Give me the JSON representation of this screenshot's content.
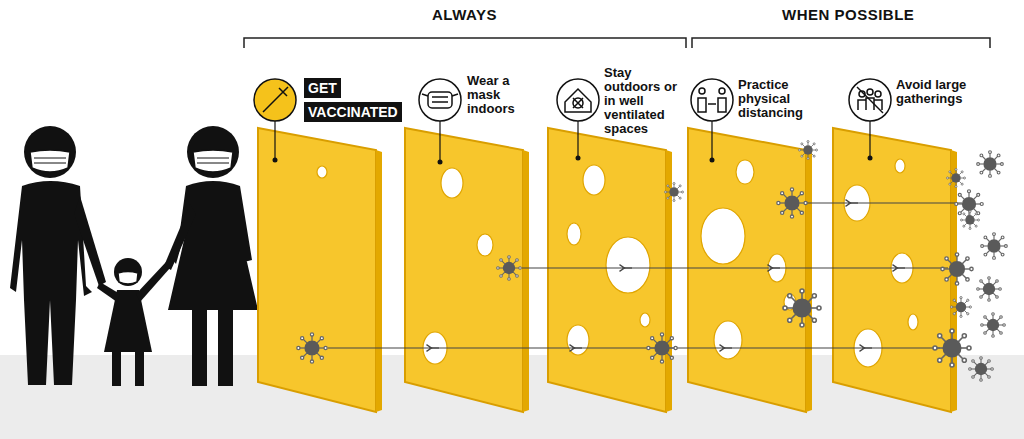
{
  "diagram": {
    "labels": [
      "ALWAYS",
      "WHEN POSSIBLE",
      "GET VACCINATED",
      "Wear a mask indoors",
      "Stay outdoors or in well ventilated spaces",
      "Practice physical distancing",
      "Avoid large gatherings"
    ]
  }
}
